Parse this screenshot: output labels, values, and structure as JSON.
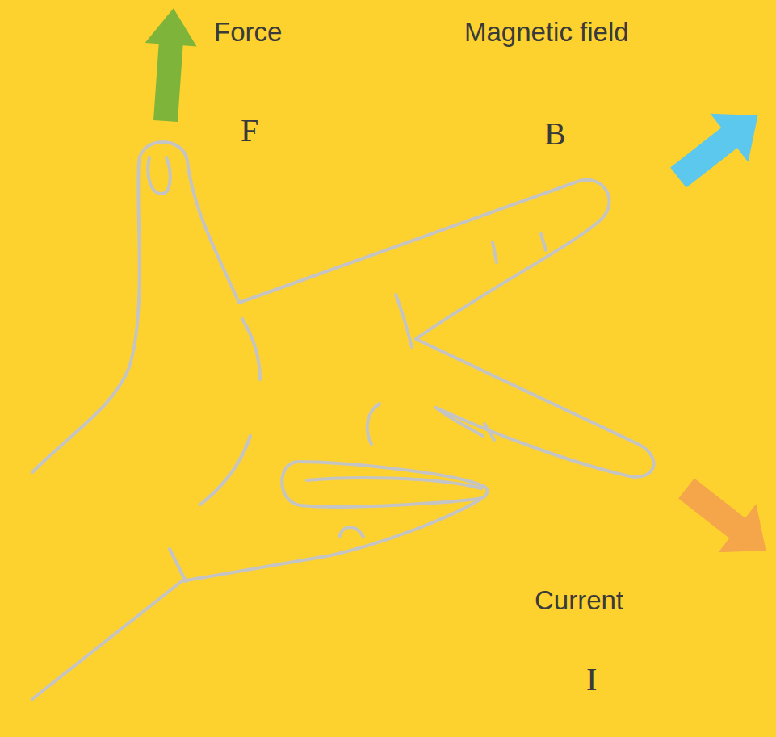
{
  "diagram": {
    "labels": [
      "Force",
      "F",
      "Magnetic field",
      "B",
      "Current",
      "I"
    ]
  }
}
